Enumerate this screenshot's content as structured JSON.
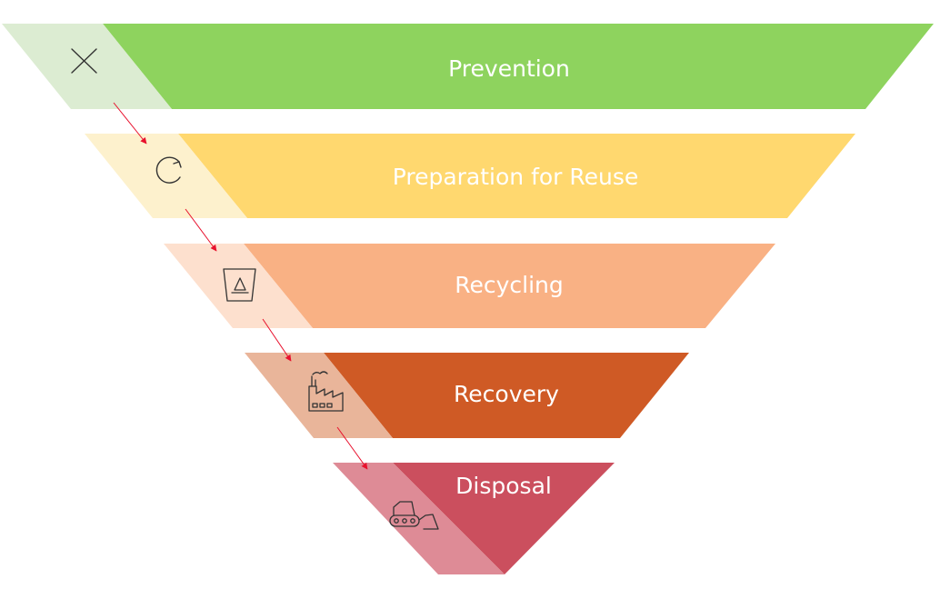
{
  "tiers": [
    {
      "id": "prevention",
      "label": "Prevention",
      "color": "#8ed35e",
      "side_color": "#dcecd2",
      "icon": "close-icon"
    },
    {
      "id": "preparation-for-reuse",
      "label": "Preparation for Reuse",
      "color": "#ffd86f",
      "side_color": "#fdf1cd",
      "icon": "refresh-icon"
    },
    {
      "id": "recycling",
      "label": "Recycling",
      "color": "#f9b184",
      "side_color": "#fde0ce",
      "icon": "recycle-bin-icon"
    },
    {
      "id": "recovery",
      "label": "Recovery",
      "color": "#cf5a25",
      "side_color": "#e9b59a",
      "icon": "factory-icon"
    },
    {
      "id": "disposal",
      "label": "Disposal",
      "color": "#cb4f5e",
      "side_color": "#de8b96",
      "icon": "bulldozer-icon"
    }
  ],
  "arrow_color": "#e8112d"
}
